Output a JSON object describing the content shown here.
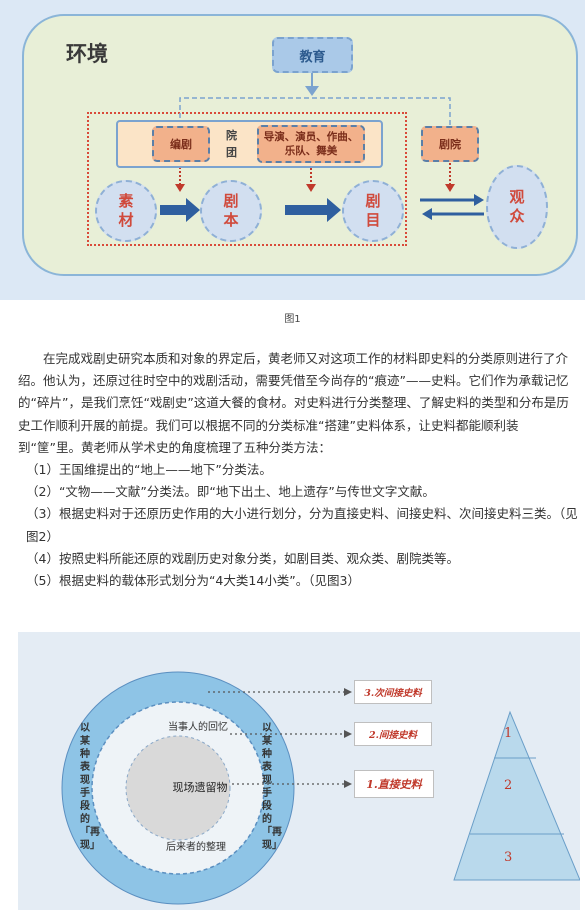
{
  "figure1": {
    "env_title": "环境",
    "education": "教育",
    "yuantuan": "院团",
    "bianju": "编剧",
    "daoyan": "导演、演员、作曲、乐队、舞美",
    "juyuan": "剧院",
    "sucai": "素材",
    "juben": "剧本",
    "jumu": "剧目",
    "guanzhong": "观众",
    "caption": "图1"
  },
  "article": {
    "paragraph": "在完成戏剧史研究本质和对象的界定后，黄老师又对这项工作的材料即史料的分类原则进行了介绍。他认为，还原过往时空中的戏剧活动，需要凭借至今尚存的“痕迹”——史料。它们作为承载记忆的“碎片”，是我们烹饪“戏剧史”这道大餐的食材。对史料进行分类整理、了解史料的类型和分布是历史工作顺利开展的前提。我们可以根据不同的分类标准“搭建”史料体系，让史料都能顺利装到“筐”里。黄老师从学术史的角度梳理了五种分类方法：",
    "items": [
      "（1）王国维提出的“地上——地下”分类法。",
      "（2）“文物——文献”分类法。即“地下出土、地上遗存”与传世文字文献。",
      "（3）根据史料对于还原历史作用的大小进行划分，分为直接史料、间接史料、次间接史料三类。（见图2）",
      "（4）按照史料所能还原的戏剧历史对象分类，如剧目类、观众类、剧院类等。",
      "（5）根据史料的载体形式划分为“4大类14小类”。（见图3）"
    ]
  },
  "figure2": {
    "outer_left": "以某种表现手段的「再现」",
    "outer_right": "以某种表现手段的「再现」",
    "middle_top": "当事人的回忆",
    "middle_bottom": "后来者的整理",
    "center": "现场遗留物",
    "sources": [
      "3.次间接史料",
      "2.间接史料",
      "1.直接史料"
    ],
    "pyramid": [
      "1",
      "2",
      "3"
    ]
  },
  "colors": {
    "accent_red": "#d04a3c",
    "arrow_blue": "#2f5f9f",
    "dashed_blue": "#7ba3cf"
  }
}
